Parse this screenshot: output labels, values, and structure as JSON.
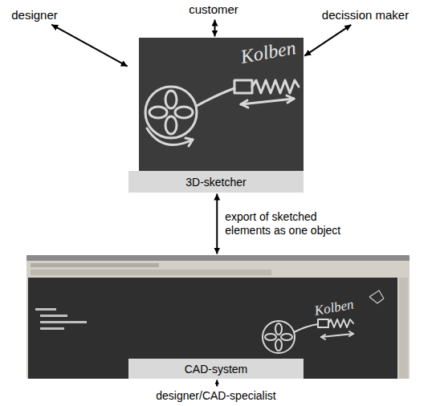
{
  "diagram": {
    "nodes": [
      {
        "text": [
          "designer"
        ]
      },
      {
        "text": [
          "customer"
        ]
      },
      {
        "text": [
          "decission maker"
        ]
      },
      {
        "text": [
          "3D-sketcher"
        ]
      },
      {
        "text": [
          "CAD-system"
        ]
      },
      {
        "text": [
          "designer/CAD-specialist"
        ]
      }
    ],
    "edges": [
      {
        "from": 0,
        "to": 3,
        "arrow": "both"
      },
      {
        "from": 1,
        "to": 3,
        "arrow": "both"
      },
      {
        "from": 2,
        "to": 3,
        "arrow": "both"
      },
      {
        "from": 3,
        "to": 4,
        "label": "export of sketched elements as one object",
        "arrow": "both"
      },
      {
        "from": 4,
        "to": 5,
        "arrow": "both"
      }
    ],
    "labels": [
      "Kolben",
      "Kolben"
    ]
  }
}
